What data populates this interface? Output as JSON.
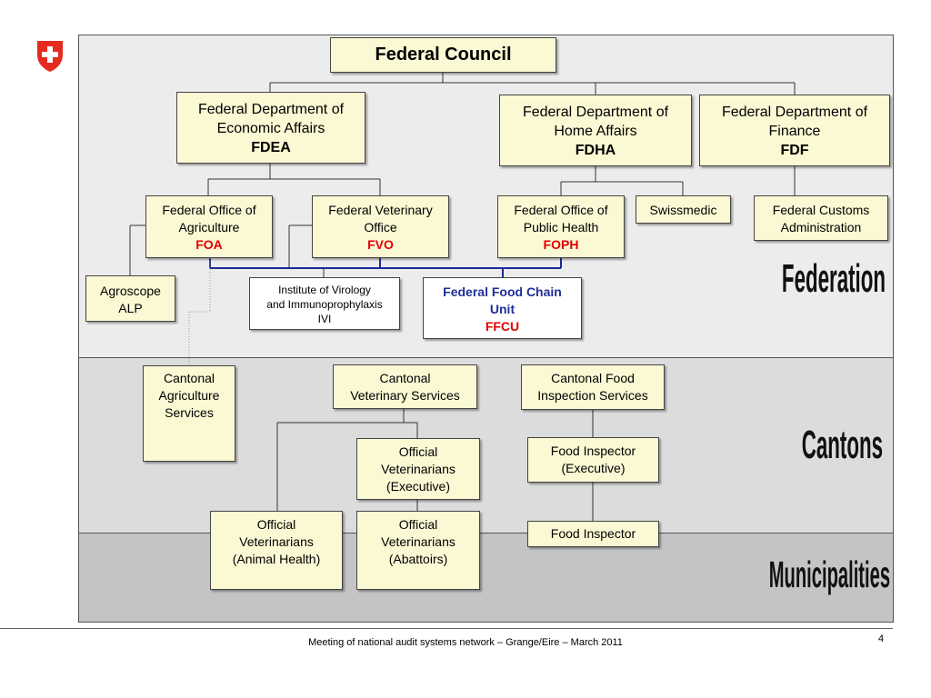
{
  "colors": {
    "box_fill": "#fbf8d4",
    "highlight_red": "#e00000",
    "ffcu_blue": "#1f2f9a",
    "connector_blue": "#1a2a9a",
    "flag_red": "#e52a1e"
  },
  "logo": {
    "icon": "swiss-cross-shield-icon"
  },
  "boxes": {
    "federal_council": "Federal Council",
    "fdea": {
      "line1": "Federal Department of",
      "line2": "Economic Affairs",
      "abbr": "FDEA"
    },
    "fdha": {
      "line1": "Federal Department of",
      "line2": "Home Affairs",
      "abbr": "FDHA"
    },
    "fdf": {
      "line1": "Federal Department of",
      "line2": "Finance",
      "abbr": "FDF"
    },
    "foa": {
      "line1": "Federal Office of",
      "line2": "Agriculture",
      "abbr": "FOA"
    },
    "fvo": {
      "line1": "Federal Veterinary",
      "line2": "Office",
      "abbr": "FVO"
    },
    "foph": {
      "line1": "Federal Office of",
      "line2": "Public Health",
      "abbr": "FOPH"
    },
    "swissmedic": "Swissmedic",
    "customs": {
      "line1": "Federal Customs",
      "line2": "Administration"
    },
    "agroscope": {
      "line1": "Agroscope",
      "line2": "ALP"
    },
    "ivi": {
      "line1": "Institute  of Virology",
      "line2": "and Immunoprophylaxis",
      "line3": "IVI"
    },
    "ffcu": {
      "line1": "Federal Food Chain",
      "line2": "Unit",
      "abbr": "FFCU"
    },
    "cantonal_agri": {
      "line1": "Cantonal",
      "line2": "Agriculture",
      "line3": "Services"
    },
    "cantonal_vet": {
      "line1": "Cantonal",
      "line2": "Veterinary Services"
    },
    "cantonal_food": {
      "line1": "Cantonal Food",
      "line2": "Inspection Services"
    },
    "official_vet_exec": {
      "line1": "Official",
      "line2": "Veterinarians",
      "line3": "(Executive)"
    },
    "food_inspector_exec": {
      "line1": "Food Inspector",
      "line2": "(Executive)"
    },
    "official_vet_animal": {
      "line1": "Official",
      "line2": "Veterinarians",
      "line3": "(Animal Health)"
    },
    "official_vet_abattoirs": {
      "line1": "Official",
      "line2": "Veterinarians",
      "line3": "(Abattoirs)"
    },
    "food_inspector": "Food Inspector"
  },
  "levels": {
    "federation": "Federation",
    "cantons": "Cantons",
    "municipalities": "Municipalities"
  },
  "footer": {
    "text": "Meeting of national audit systems network – Grange/Eire – March 2011",
    "page": "4"
  }
}
